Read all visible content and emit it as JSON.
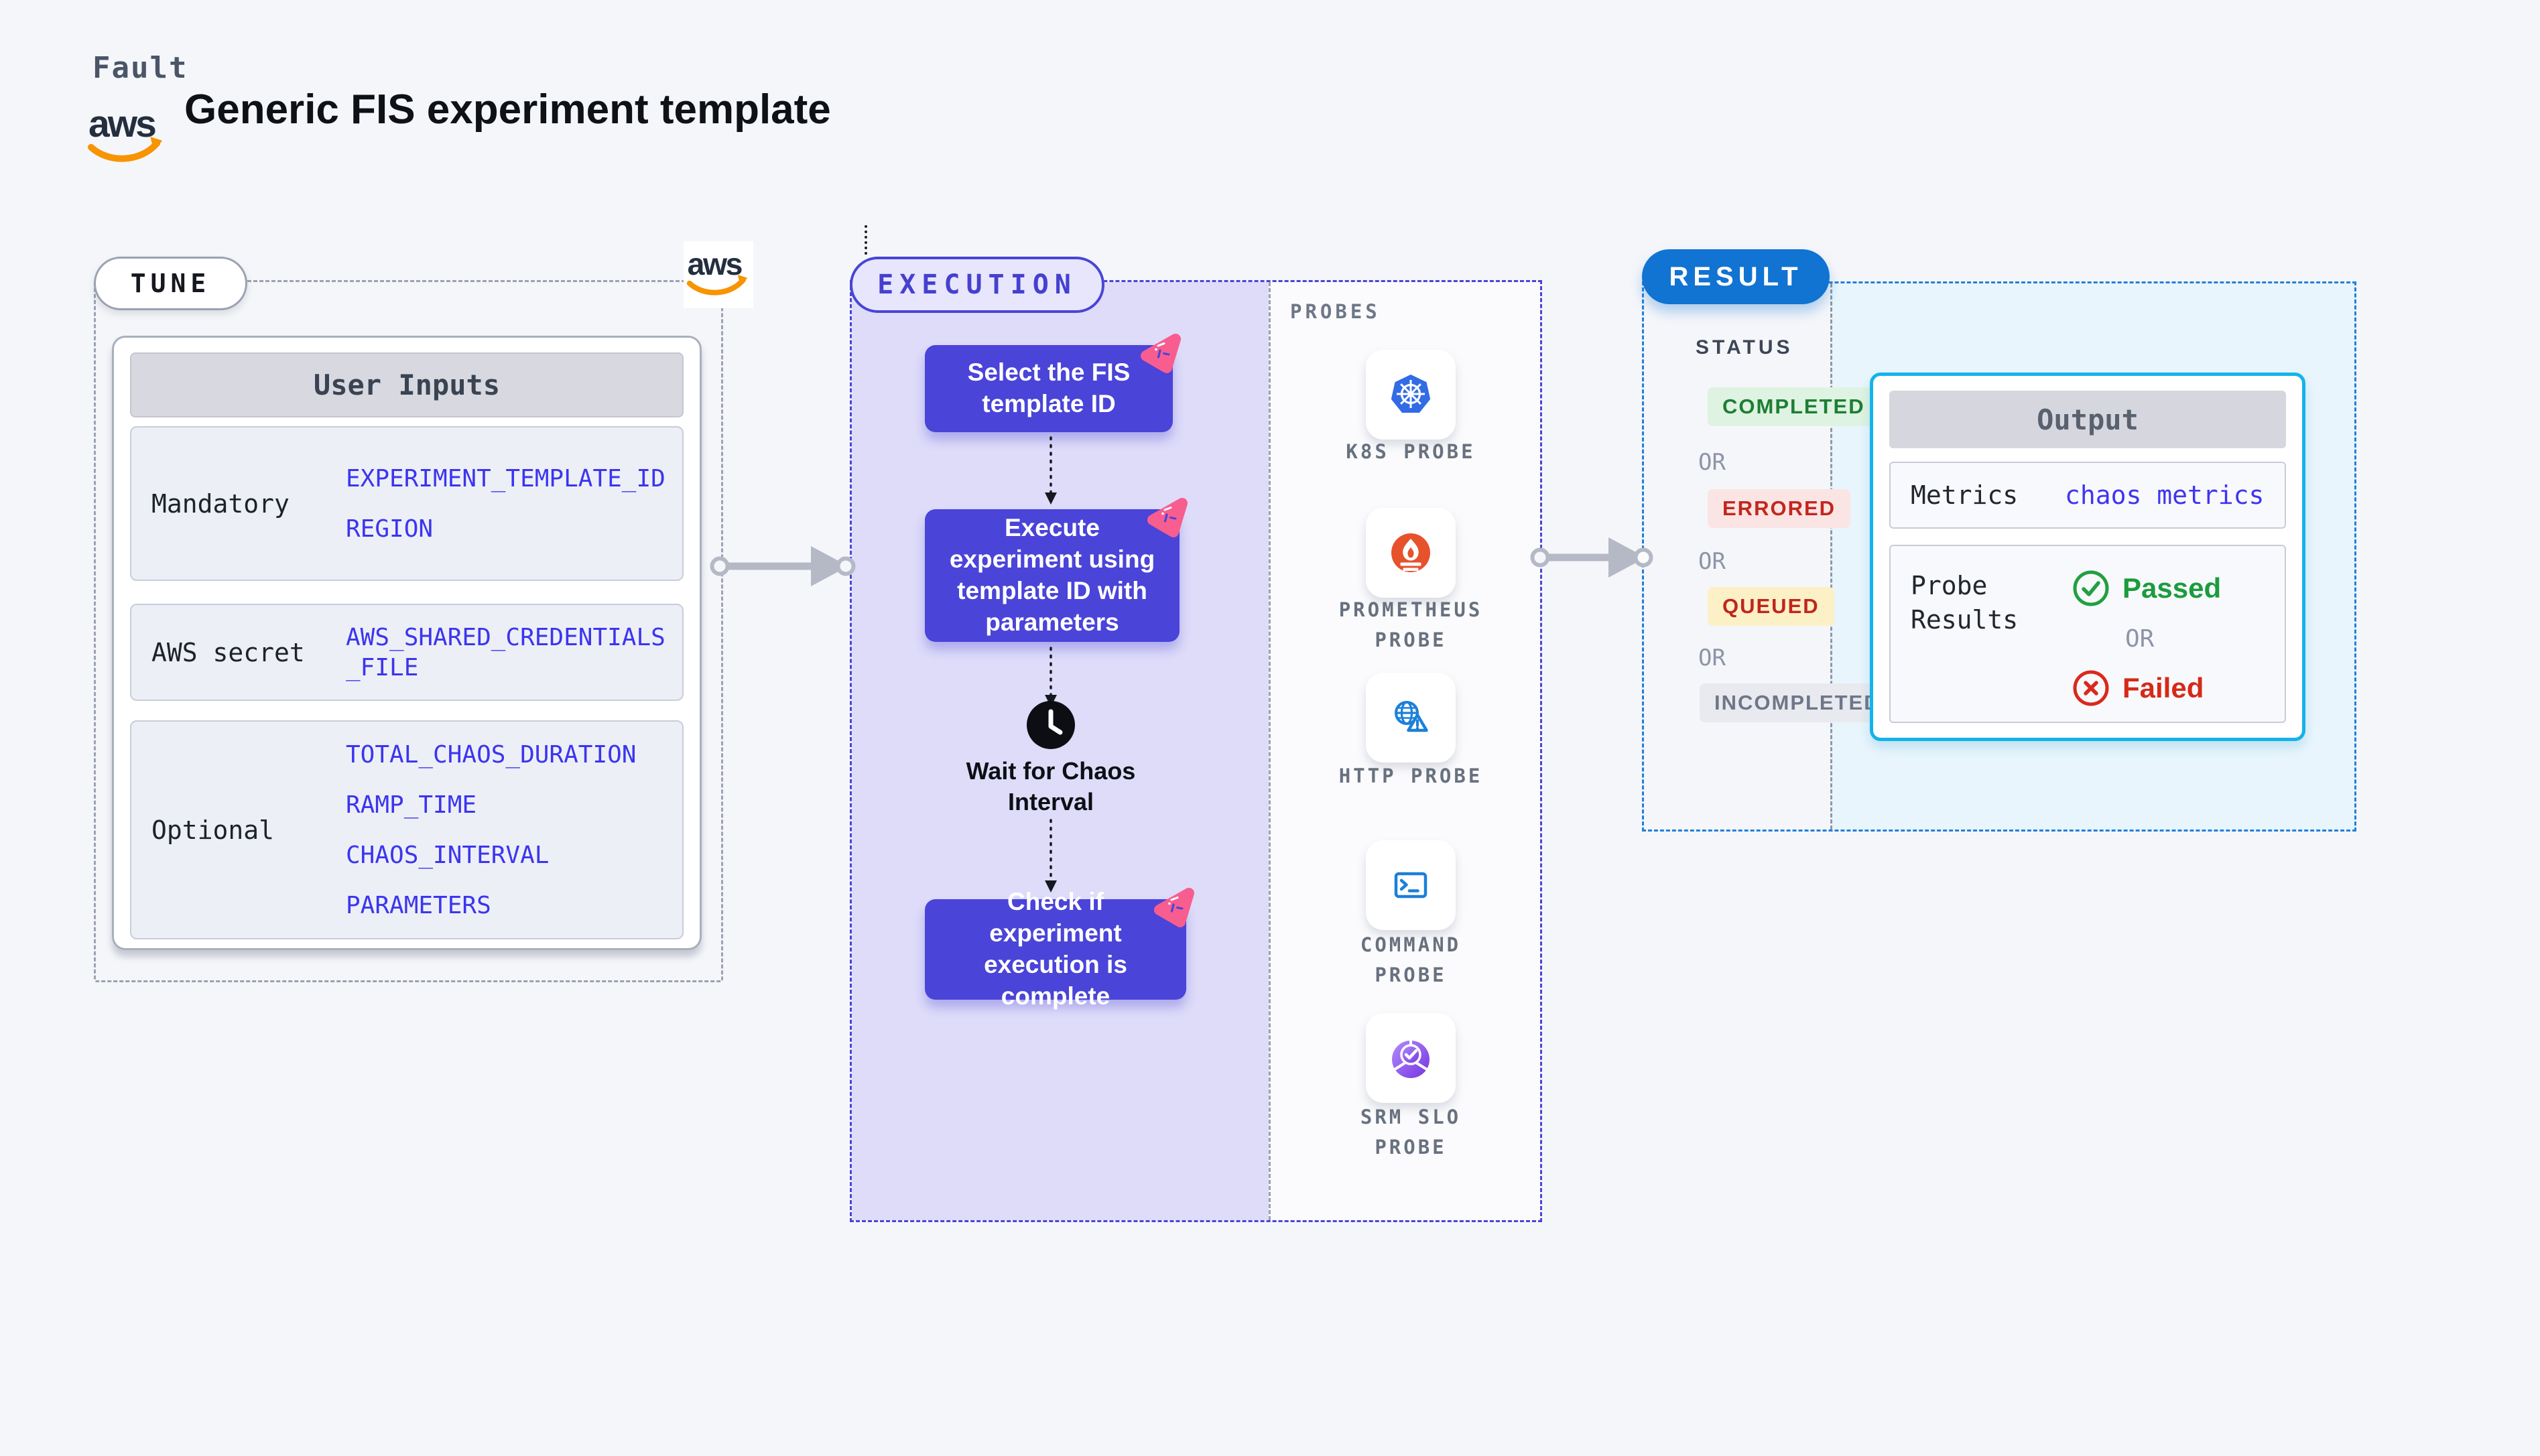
{
  "header": {
    "brand": "Fault",
    "title": "Generic FIS experiment template",
    "aws": "aws"
  },
  "tune": {
    "pill": "TUNE",
    "table": {
      "header": "User Inputs",
      "rows": [
        {
          "label": "Mandatory",
          "values": [
            "EXPERIMENT_TEMPLATE_ID",
            "REGION"
          ]
        },
        {
          "label": "AWS secret",
          "values": [
            "AWS_SHARED_CREDENTIALS_FILE"
          ]
        },
        {
          "label": "Optional",
          "values": [
            "TOTAL_CHAOS_DURATION",
            "RAMP_TIME",
            "CHAOS_INTERVAL",
            "PARAMETERS"
          ]
        }
      ]
    }
  },
  "execution": {
    "pill": "EXECUTION",
    "step1": "Select the FIS template ID",
    "step2": "Execute experiment using template ID with parameters",
    "wait": "Wait for Chaos Interval",
    "step3": "Check if experiment execution is complete"
  },
  "probes": {
    "title": "PROBES",
    "items": [
      {
        "icon": "kubernetes-icon",
        "label": "K8S PROBE"
      },
      {
        "icon": "prometheus-icon",
        "label": "PROMETHEUS PROBE"
      },
      {
        "icon": "http-globe-icon",
        "label": "HTTP PROBE"
      },
      {
        "icon": "terminal-icon",
        "label": "COMMAND PROBE"
      },
      {
        "icon": "slo-donut-icon",
        "label": "SRM SLO PROBE"
      }
    ]
  },
  "result": {
    "pill": "RESULT",
    "status": {
      "title": "STATUS",
      "completed": "COMPLETED",
      "errored": "ERRORED",
      "queued": "QUEUED",
      "incompleted": "INCOMPLETED",
      "or": "OR"
    },
    "output": {
      "header": "Output",
      "metrics_label": "Metrics",
      "metrics_value": "chaos metrics",
      "probe_results_label": "Probe Results",
      "passed": "Passed",
      "or": "OR",
      "failed": "Failed"
    }
  },
  "colors": {
    "indigo": "#4A44D8",
    "lavender_panel": "#DEDCF9",
    "pink_badge": "#F85D8F",
    "result_blue": "#1173D2",
    "output_cyan": "#14B3E9",
    "link_blue": "#3B35F0",
    "passed_green": "#1D9B3D",
    "failed_red": "#D62918",
    "aws_orange": "#F79400"
  }
}
